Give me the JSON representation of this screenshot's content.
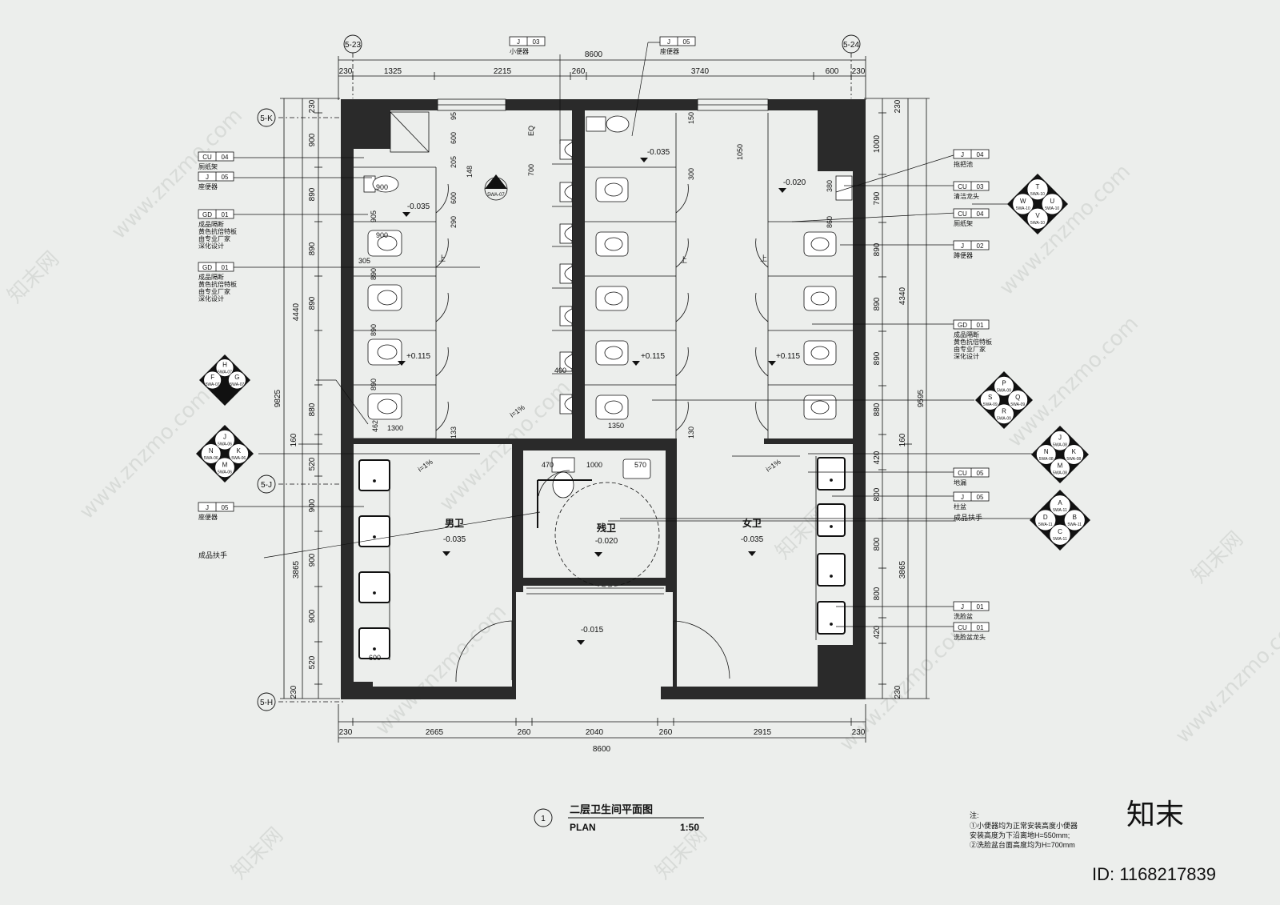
{
  "drawing": {
    "number": "1",
    "title": "二层卫生间平面图",
    "subtitle": "PLAN",
    "scale": "1:50"
  },
  "grid_axes": {
    "top_left": "5-23",
    "top_right": "5-24",
    "left_k": "5-K",
    "left_j": "5-J",
    "left_h": "5-H"
  },
  "dims_top": {
    "total": "8600",
    "segments": [
      "230",
      "1325",
      "2215",
      "260",
      "3740",
      "600",
      "230"
    ]
  },
  "dims_bottom": {
    "total": "8600",
    "segments": [
      "230",
      "2665",
      "260",
      "2040",
      "260",
      "2915",
      "230"
    ]
  },
  "dims_left": {
    "total": "9825",
    "upper_total": "4440",
    "lower_total": "3865",
    "upper": [
      "230",
      "900",
      "890",
      "890",
      "890",
      "880",
      "160"
    ],
    "lower": [
      "520",
      "900",
      "900",
      "900",
      "520",
      "230"
    ]
  },
  "dims_right": {
    "total": "9595",
    "upper_total": "4340",
    "lower_total": "3865",
    "upper": [
      "230",
      "1000",
      "790",
      "890",
      "890",
      "890",
      "880",
      "160"
    ],
    "lower": [
      "420",
      "800",
      "800",
      "800",
      "420",
      "230"
    ]
  },
  "interior_dims": [
    "900",
    "905",
    "900",
    "305",
    "890",
    "890",
    "890",
    "462",
    "1300",
    "600",
    "205",
    "148",
    "600",
    "290",
    "133",
    "700",
    "EQ",
    "400",
    "1050",
    "1350",
    "380",
    "860",
    "150",
    "300",
    "130",
    "95",
    "470",
    "1000",
    "570",
    "600"
  ],
  "rooms": {
    "men": {
      "name": "男卫",
      "level": "-0.035"
    },
    "accessible": {
      "name": "残卫",
      "level": "-0.020"
    },
    "women": {
      "name": "女卫",
      "level": "-0.035"
    },
    "lobby_level": "-0.015"
  },
  "levels": {
    "men_stall": "-0.035",
    "men_urinal": "-0.035",
    "women_stall": "-0.020",
    "plus_a": "+0.115",
    "plus_b": "+0.115",
    "plus_c": "+0.115"
  },
  "slopes": [
    "i=1%",
    "i=1%",
    "i=1%"
  ],
  "up_marks": [
    "上",
    "上",
    "上"
  ],
  "tags_left": [
    {
      "code": "CU",
      "num": "04",
      "text": [
        "厕纸架"
      ]
    },
    {
      "code": "J",
      "num": "05",
      "text": [
        "座便器"
      ]
    },
    {
      "code": "GD",
      "num": "01",
      "text": [
        "成品隔断",
        "黄色抗倍特板",
        "由专业厂家",
        "深化设计"
      ]
    },
    {
      "code": "GD",
      "num": "01",
      "text": [
        "成品隔断",
        "黄色抗倍特板",
        "由专业厂家",
        "深化设计"
      ]
    },
    {
      "code": "J",
      "num": "05",
      "text": [
        "座便器"
      ]
    }
  ],
  "tags_left_plain": [
    "成品扶手"
  ],
  "tags_top": [
    {
      "code": "J",
      "num": "03",
      "text": "小便器"
    },
    {
      "code": "J",
      "num": "05",
      "text": "座便器"
    }
  ],
  "tags_right": [
    {
      "code": "J",
      "num": "04",
      "text": [
        "拖把池"
      ]
    },
    {
      "code": "CU",
      "num": "03",
      "text": [
        "清洁龙头"
      ]
    },
    {
      "code": "CU",
      "num": "04",
      "text": [
        "厕纸架"
      ]
    },
    {
      "code": "J",
      "num": "02",
      "text": [
        "蹲便器"
      ]
    },
    {
      "code": "GD",
      "num": "01",
      "text": [
        "成品隔断",
        "黄色抗倍特板",
        "由专业厂家",
        "深化设计"
      ]
    },
    {
      "code": "CU",
      "num": "05",
      "text": [
        "地漏"
      ]
    },
    {
      "code": "J",
      "num": "05",
      "text": [
        "柱盆"
      ]
    },
    {
      "code": "J",
      "num": "01",
      "text": [
        "洗脸盆"
      ]
    },
    {
      "code": "CU",
      "num": "01",
      "text": [
        "洗脸盆龙头"
      ]
    }
  ],
  "tags_right_plain": [
    "成品扶手"
  ],
  "elev_marks": [
    {
      "ref": "5WA-10",
      "letters": [
        "T",
        "W",
        "U",
        "V"
      ]
    },
    {
      "ref": "5WA-09",
      "letters": [
        "P",
        "S",
        "Q",
        "R"
      ]
    },
    {
      "ref": "5WA-08",
      "letters": [
        "J",
        "N",
        "K",
        "M"
      ]
    },
    {
      "ref": "5WA-11",
      "letters": [
        "A",
        "D",
        "B",
        "C"
      ]
    },
    {
      "ref": "5WA-07",
      "letters": [
        "H",
        "F",
        "G"
      ]
    },
    {
      "ref": "5WA-06",
      "letters": [
        "J",
        "N",
        "K",
        "M"
      ]
    },
    {
      "ref": "5WA-07",
      "letters": [
        "E"
      ]
    }
  ],
  "notes": {
    "heading": "注:",
    "lines": [
      "①小便器均为正常安装高度小便器",
      "安装高度为下沿离地H=550mm;",
      "②洗脸盆台面高度均为H=700mm"
    ]
  },
  "watermark": {
    "site": "www.znzmo.com",
    "brand_cn": "知末网",
    "logo": "知末",
    "id": "ID: 1168217839"
  }
}
